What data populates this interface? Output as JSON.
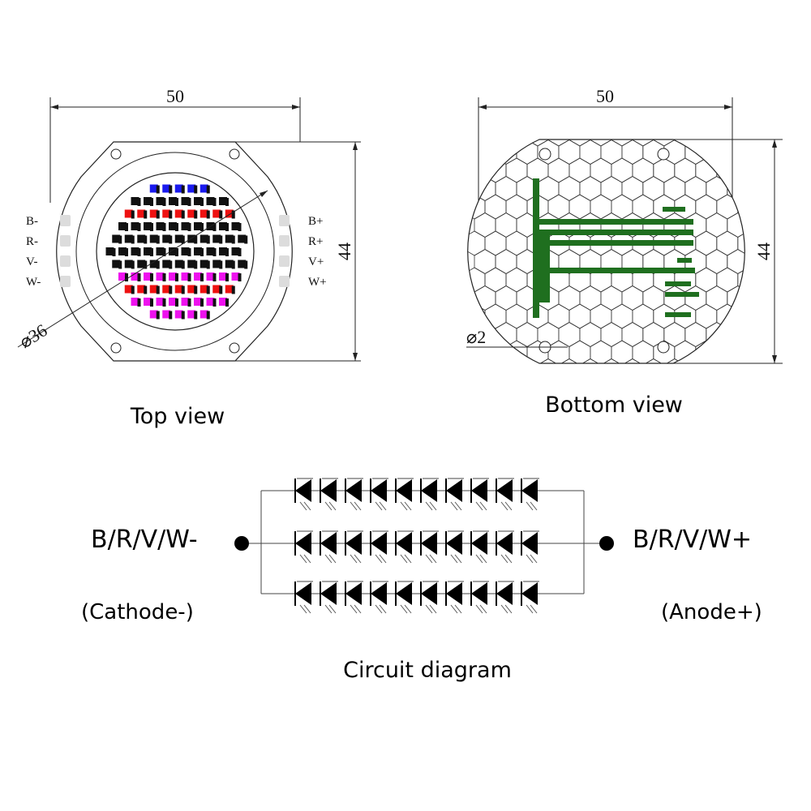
{
  "colors": {
    "led_blue": "#1a1aee",
    "led_red": "#ee1111",
    "led_magenta": "#ee11ee",
    "led_black": "#111111",
    "trace_green": "#1f6f1f",
    "pad_gray": "#dcdcdc"
  },
  "top_view": {
    "caption": "Top view",
    "width_dim": "50",
    "height_dim": "44",
    "diameter_dim": "⌀36",
    "pins_left": [
      "B-",
      "R-",
      "V-",
      "W-"
    ],
    "pins_right": [
      "B+",
      "R+",
      "V+",
      "W+"
    ]
  },
  "bottom_view": {
    "caption": "Bottom view",
    "width_dim": "50",
    "height_dim": "44",
    "hole_dim": "⌀2"
  },
  "circuit": {
    "caption": "Circuit diagram",
    "left_label": "B/R/V/W-",
    "left_sub": "(Cathode-)",
    "right_label": "B/R/V/W+",
    "right_sub": "(Anode+)",
    "rows": 3,
    "diodes_per_row": 10
  }
}
